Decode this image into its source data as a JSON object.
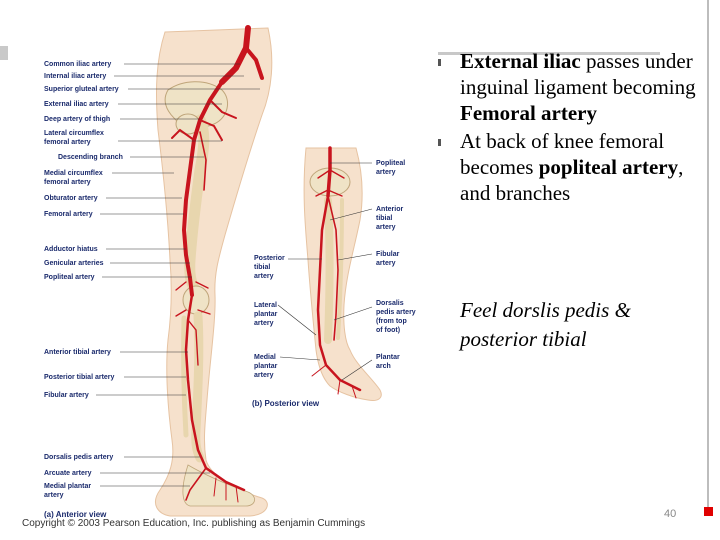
{
  "slide": {
    "page_number": "40",
    "copyright": "Copyright © 2003 Pearson Education, Inc. publishing as Benjamin Cummings",
    "bullets": [
      {
        "pre": "",
        "bold1": "External iliac",
        "mid": " passes under inguinal ligament becoming ",
        "bold2": "Femoral artery",
        "post": ""
      },
      {
        "pre": "At back of knee femoral becomes ",
        "bold1": "popliteal artery",
        "mid": ", and branches",
        "bold2": "",
        "post": ""
      }
    ],
    "italic_note": "Feel dorslis pedis & posterior tibial"
  },
  "figure": {
    "anterior_labels": [
      "Common iliac artery",
      "Internal iliac artery",
      "Superior gluteal artery",
      "External iliac artery",
      "Deep artery of thigh",
      "Lateral circumflex",
      "femoral artery",
      "Descending branch",
      "Medial circumflex",
      "femoral artery",
      "Obturator artery",
      "Femoral artery",
      "Adductor hiatus",
      "Genicular arteries",
      "Popliteal artery",
      "Anterior tibial artery",
      "Posterior tibial artery",
      "Fibular artery",
      "Dorsalis pedis artery",
      "Arcuate artery",
      "Medial plantar",
      "artery"
    ],
    "posterior_left_labels": [
      "Posterior",
      "tibial",
      "artery",
      "Lateral",
      "plantar",
      "artery",
      "Medial",
      "plantar",
      "artery"
    ],
    "posterior_right_labels": [
      "Popliteal",
      "artery",
      "Anterior",
      "tibial",
      "artery",
      "Fibular",
      "artery",
      "Dorsalis",
      "pedis artery",
      "(from top",
      "of foot)",
      "Plantar",
      "arch"
    ],
    "caption_a": "(a) Anterior view",
    "caption_b": "(b) Posterior view"
  }
}
